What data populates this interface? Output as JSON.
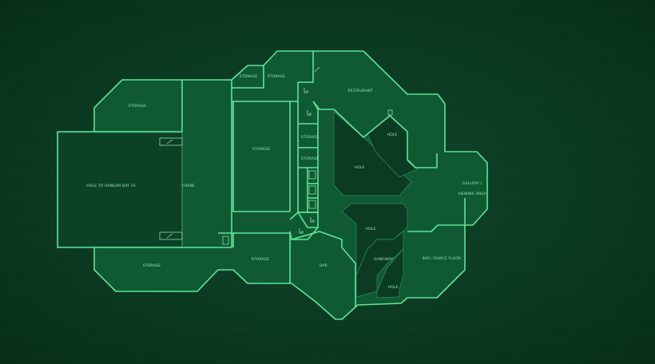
{
  "map": {
    "rooms": {
      "storage_upper_left": "STORAGE",
      "hangar_hole": "HOLE TO HANGAR BAY 10",
      "crane": "CRANE",
      "storage_lower_left": "STORAGE",
      "storage_top_small": "STORAGE",
      "storage_top": "STORAGE",
      "storage_center": "STORAGE",
      "storage_column_1": "STORAGE",
      "storage_column_2": "STORAGE",
      "storage_lower_center": "STORAGE",
      "restaurant": "RESTAURANT",
      "hole_upper_right": "HOLE",
      "hole_center": "HOLE",
      "hole_lower": "HOLE",
      "hole_bottom": "HOLE",
      "gallery_line1": "GALLERY /",
      "gallery_line2": "VIEWING AREA",
      "bar_dance_floor": "BAR / DANCE FLOOR",
      "gangway": "GANGWAY",
      "bar": "BAR"
    },
    "icons": [
      "toilet-icon",
      "vending-machine-icon",
      "stairs-icon"
    ],
    "colors": {
      "wall": "#5fe39c",
      "floor": "#0f5a32",
      "hole": "#0b3c23",
      "background": "#0b3b22"
    }
  }
}
